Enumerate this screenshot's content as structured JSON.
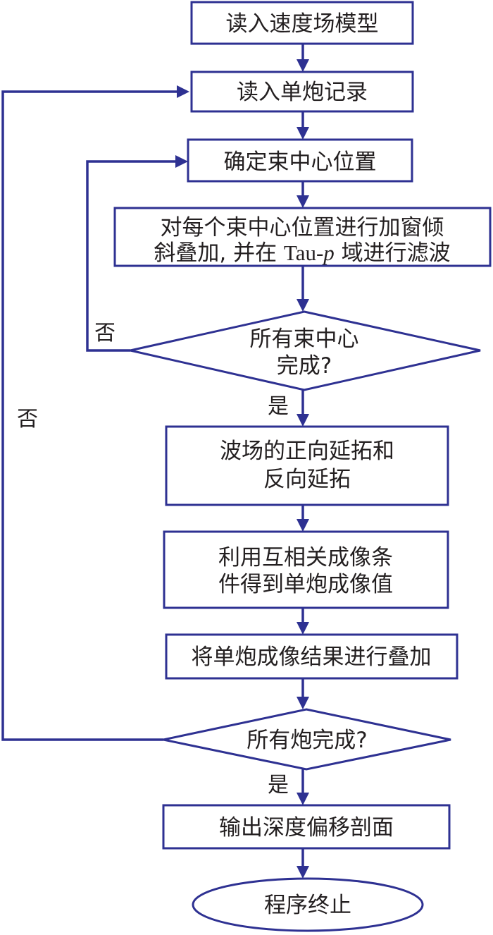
{
  "colors": {
    "stroke": "#2e3192",
    "text": "#231f20",
    "background": "#ffffff"
  },
  "steps": {
    "read_velocity_model": "读入速度场模型",
    "read_single_shot": "读入单炮记录",
    "set_beam_center": "确定束中心位置",
    "window_stack": {
      "line1": "对每个束中心位置进行加窗倾",
      "line2_prefix": "斜叠加, 并在 ",
      "line2_tau": "Tau-",
      "line2_p": "p",
      "line2_suffix": " 域进行滤波"
    },
    "beam_decision": {
      "line1": "所有束中心",
      "line2": "完成?"
    },
    "wavefield_extrapolation": {
      "line1": "波场的正向延拓和",
      "line2": "反向延拓"
    },
    "imaging_condition": {
      "line1": "利用互相关成像条",
      "line2": "件得到单炮成像值"
    },
    "stack_images": "将单炮成像结果进行叠加",
    "shot_decision": "所有炮完成?",
    "output_section": "输出深度偏移剖面",
    "terminate": "程序终止"
  },
  "branch_labels": {
    "beam_no": "否",
    "beam_yes": "是",
    "shot_no": "否",
    "shot_yes": "是"
  }
}
